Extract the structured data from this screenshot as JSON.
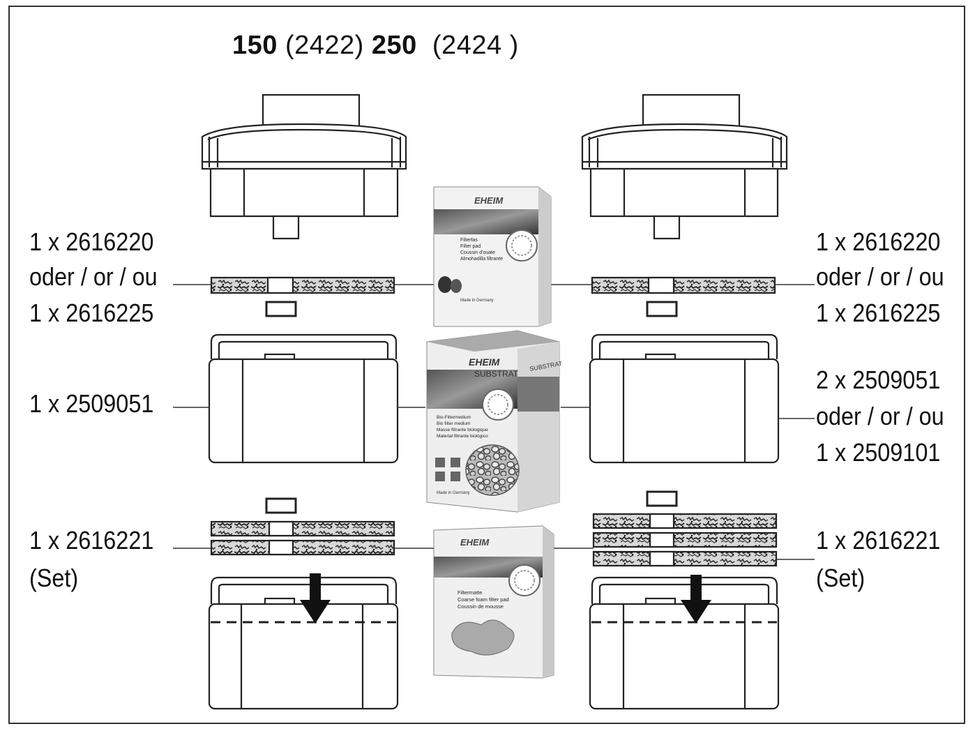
{
  "title": {
    "model1": "150",
    "model1_code": "(2422)",
    "model2": "250",
    "model2_code": "(2424 )"
  },
  "left_labels": {
    "pad_1": "1 x 2616220",
    "pad_or": "oder / or / ou",
    "pad_2": "1 x 2616225",
    "substrat": "1 x 2509051",
    "coarse": "1 x 2616221",
    "coarse_set": "(Set)"
  },
  "right_labels": {
    "pad_1": "1 x 2616220",
    "pad_or": "oder / or / ou",
    "pad_2": "1 x 2616225",
    "substrat_1": "2 x 2509051",
    "substrat_or": "oder / or / ou",
    "substrat_2": "1 x 2509101",
    "coarse": "1 x 2616221",
    "coarse_set": "(Set)"
  },
  "product_boxes": {
    "pad_box": {
      "brand": "EHEIM",
      "line1": "Filterfas",
      "line2": "Filter pad",
      "line3": "Coussin d'ouate",
      "line4": "Almohadilla filtrante",
      "footer": "Made in Germany"
    },
    "substrat_box": {
      "brand": "EHEIM",
      "name": "SUBSTRAT",
      "side": "SUBSTRAT",
      "line1": "Bio-Filtermedium",
      "line2": "Bio filter medium",
      "line3": "Masse filtrante biologique",
      "line4": "Material filtrante biológico",
      "footer": "Made in Germany"
    },
    "foam_box": {
      "brand": "EHEIM",
      "line1": "Filtermatte",
      "line2": "Coarse foam filter pad",
      "line3": "Coussin de mousse"
    }
  }
}
